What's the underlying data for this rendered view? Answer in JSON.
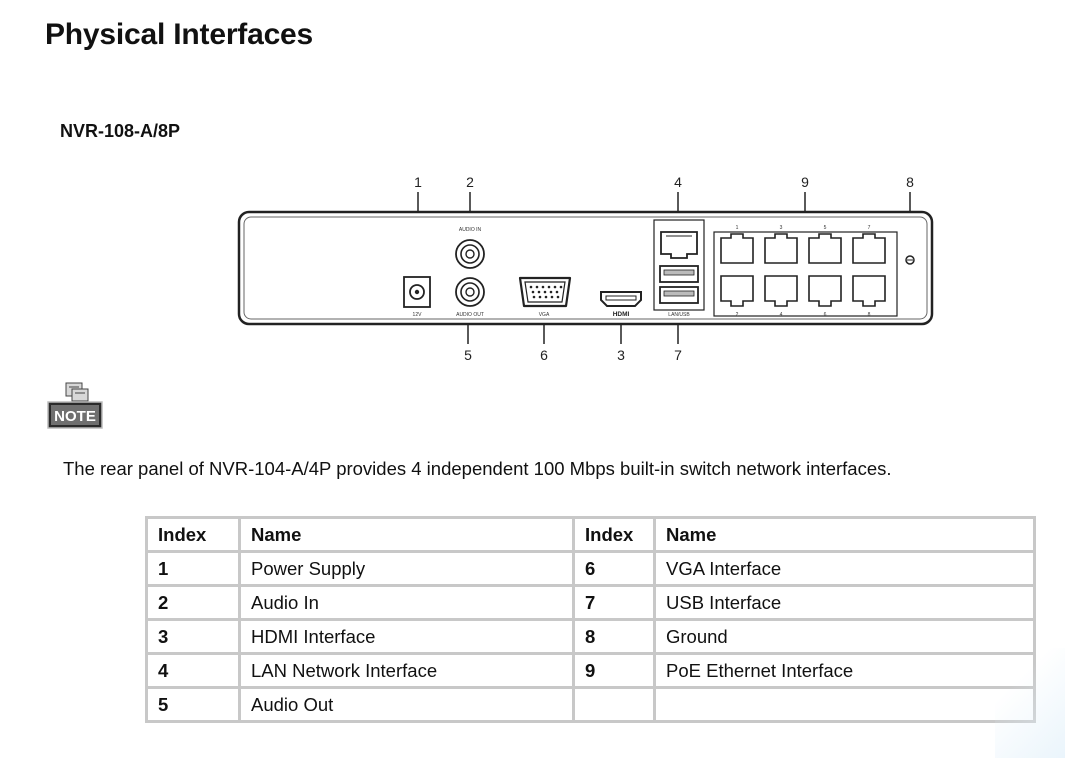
{
  "page": {
    "title": "Physical Interfaces",
    "model": "NVR-108-A/8P",
    "note_label": "NOTE",
    "note_text": "The rear panel of NVR-104-A/4P provides 4 independent 100 Mbps built-in switch network interfaces."
  },
  "figure": {
    "callouts": [
      "1",
      "2",
      "4",
      "9",
      "8",
      "5",
      "6",
      "3",
      "7"
    ],
    "port_labels": {
      "power": "12V",
      "audio_in": "AUDIO IN",
      "audio_out": "AUDIO OUT",
      "vga": "VGA",
      "hdmi": "HDMI",
      "lan_usb": "LAN/USB",
      "poe_top": [
        "1",
        "3",
        "5",
        "7"
      ],
      "poe_bottom": [
        "2",
        "4",
        "6",
        "8"
      ]
    }
  },
  "table": {
    "headers": [
      "Index",
      "Name",
      "Index",
      "Name"
    ],
    "rows": [
      [
        "1",
        "Power Supply",
        "6",
        "VGA Interface"
      ],
      [
        "2",
        "Audio In",
        "7",
        "USB Interface"
      ],
      [
        "3",
        "HDMI Interface",
        "8",
        "Ground"
      ],
      [
        "4",
        "LAN Network Interface",
        "9",
        "PoE Ethernet Interface"
      ],
      [
        "5",
        "Audio Out",
        "",
        ""
      ]
    ]
  }
}
